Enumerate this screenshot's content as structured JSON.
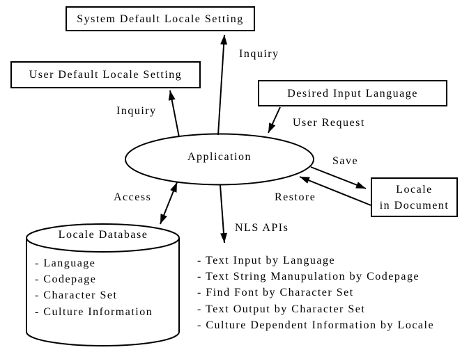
{
  "colors": {
    "line": "#000000",
    "background": "#ffffff",
    "text": "#000000"
  },
  "boxes": {
    "system_default_locale": {
      "label": "System Default Locale Setting"
    },
    "user_default_locale": {
      "label": "User Default Locale Setting"
    },
    "desired_input_language": {
      "label": "Desired Input Language"
    },
    "locale_in_document": {
      "line1": "Locale",
      "line2": "in Document"
    }
  },
  "application": {
    "label": "Application"
  },
  "locale_database": {
    "title": "Locale Database",
    "items": [
      "- Language",
      "- Codepage",
      "- Character Set",
      "- Culture Information"
    ]
  },
  "nls_api_list": {
    "items": [
      "- Text Input by Language",
      "- Text String Manupulation by Codepage",
      "- Find Font by Character Set",
      "- Text Output by Character Set",
      "- Culture Dependent Information by Locale"
    ]
  },
  "arrow_labels": {
    "inquiry_top": "Inquiry",
    "inquiry_left": "Inquiry",
    "user_request": "User Request",
    "save": "Save",
    "restore": "Restore",
    "access": "Access",
    "nls_apis": "NLS APIs"
  }
}
